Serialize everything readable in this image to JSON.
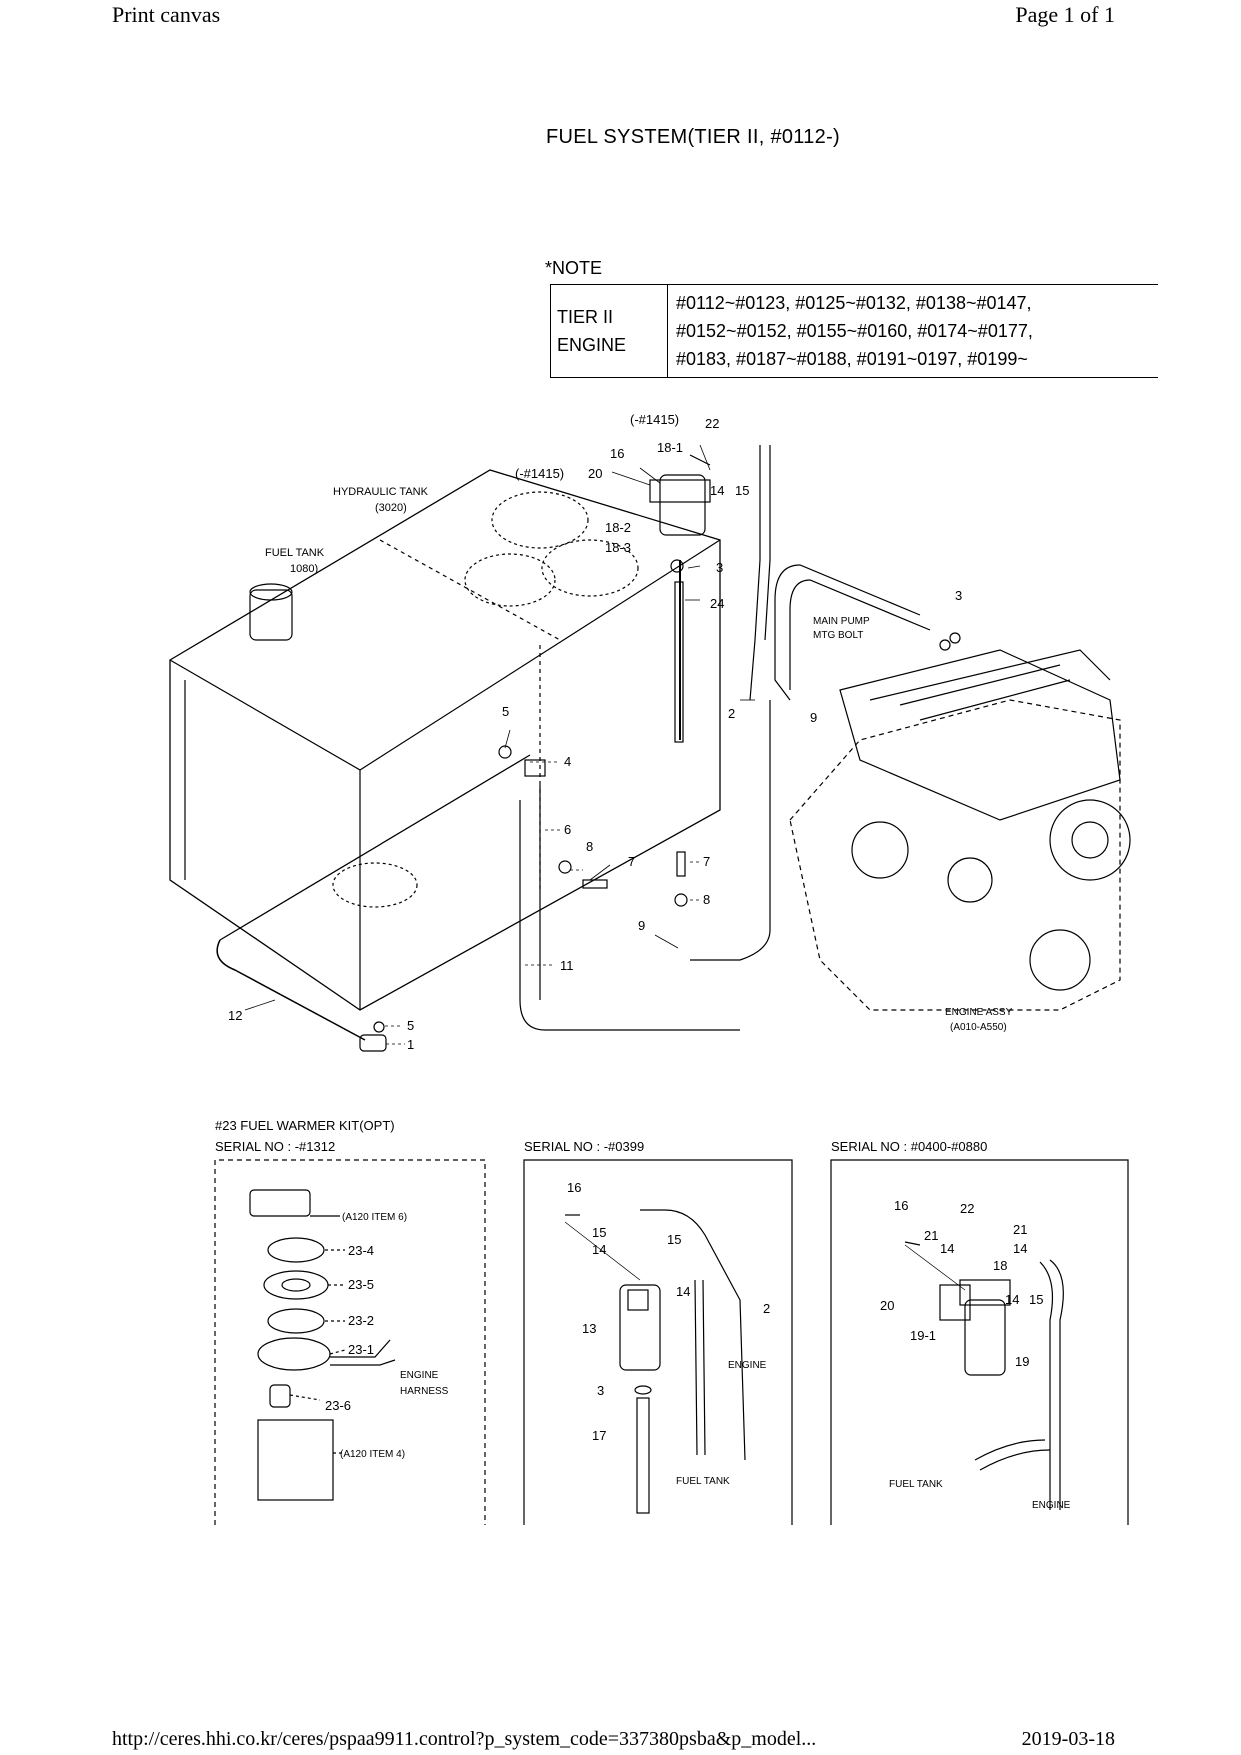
{
  "header": {
    "left": "Print canvas",
    "right": "Page 1 of 1"
  },
  "footer": {
    "url": "http://ceres.hhi.co.kr/ceres/pspaa9911.control?p_system_code=337380psba&p_model...",
    "date": "2019-03-18"
  },
  "title": "FUEL SYSTEM(TIER II, #0112-)",
  "note": {
    "label": "*NOTE",
    "row_header_1": "TIER II",
    "row_header_2": "ENGINE",
    "lines": [
      "#0112~#0123, #0125~#0132, #0138~#0147,",
      "#0152~#0152, #0155~#0160, #0174~#0177,",
      "#0183, #0187~#0188, #0191~0197, #0199~"
    ]
  },
  "main_labels": {
    "hydraulic_tank": "HYDRAULIC TANK",
    "hydraulic_tank_code": "(3020)",
    "fuel_tank": "FUEL TANK",
    "fuel_tank_code": "1080)",
    "main_pump_1": "MAIN PUMP",
    "main_pump_2": "MTG BOLT",
    "engine_assy": "ENGINE ASSY",
    "engine_assy_code": "(A010-A550)",
    "serial_1415a": "(-#1415)",
    "serial_1415b": "(-#1415)"
  },
  "callouts": [
    "22",
    "18-1",
    "16",
    "20",
    "14",
    "15",
    "18-2",
    "18-3",
    "3",
    "24",
    "3",
    "9",
    "2",
    "5",
    "4",
    "6",
    "8",
    "7",
    "7",
    "8",
    "9",
    "11",
    "12",
    "5",
    "1"
  ],
  "kit": {
    "title": "#23 FUEL WARMER KIT(OPT)",
    "serial_a": "SERIAL NO : -#1312",
    "serial_b": "SERIAL NO : -#0399",
    "serial_c": "SERIAL NO : #0400-#0880",
    "a120_item6": "(A120 ITEM 6)",
    "a120_item4": "(A120 ITEM 4)",
    "engine_harness_1": "ENGINE",
    "engine_harness_2": "HARNESS",
    "a_callouts": [
      "23-4",
      "23-5",
      "23-2",
      "23-1",
      "23-6"
    ],
    "b_callouts": [
      "16",
      "15",
      "14",
      "15",
      "14",
      "13",
      "2",
      "3",
      "17"
    ],
    "b_engine": "ENGINE",
    "b_fuel_tank": "FUEL TANK",
    "c_callouts": [
      "16",
      "22",
      "21",
      "21",
      "14",
      "14",
      "18",
      "14",
      "15",
      "20",
      "19-1",
      "19"
    ],
    "c_fuel_tank": "FUEL TANK",
    "c_engine": "ENGINE"
  }
}
